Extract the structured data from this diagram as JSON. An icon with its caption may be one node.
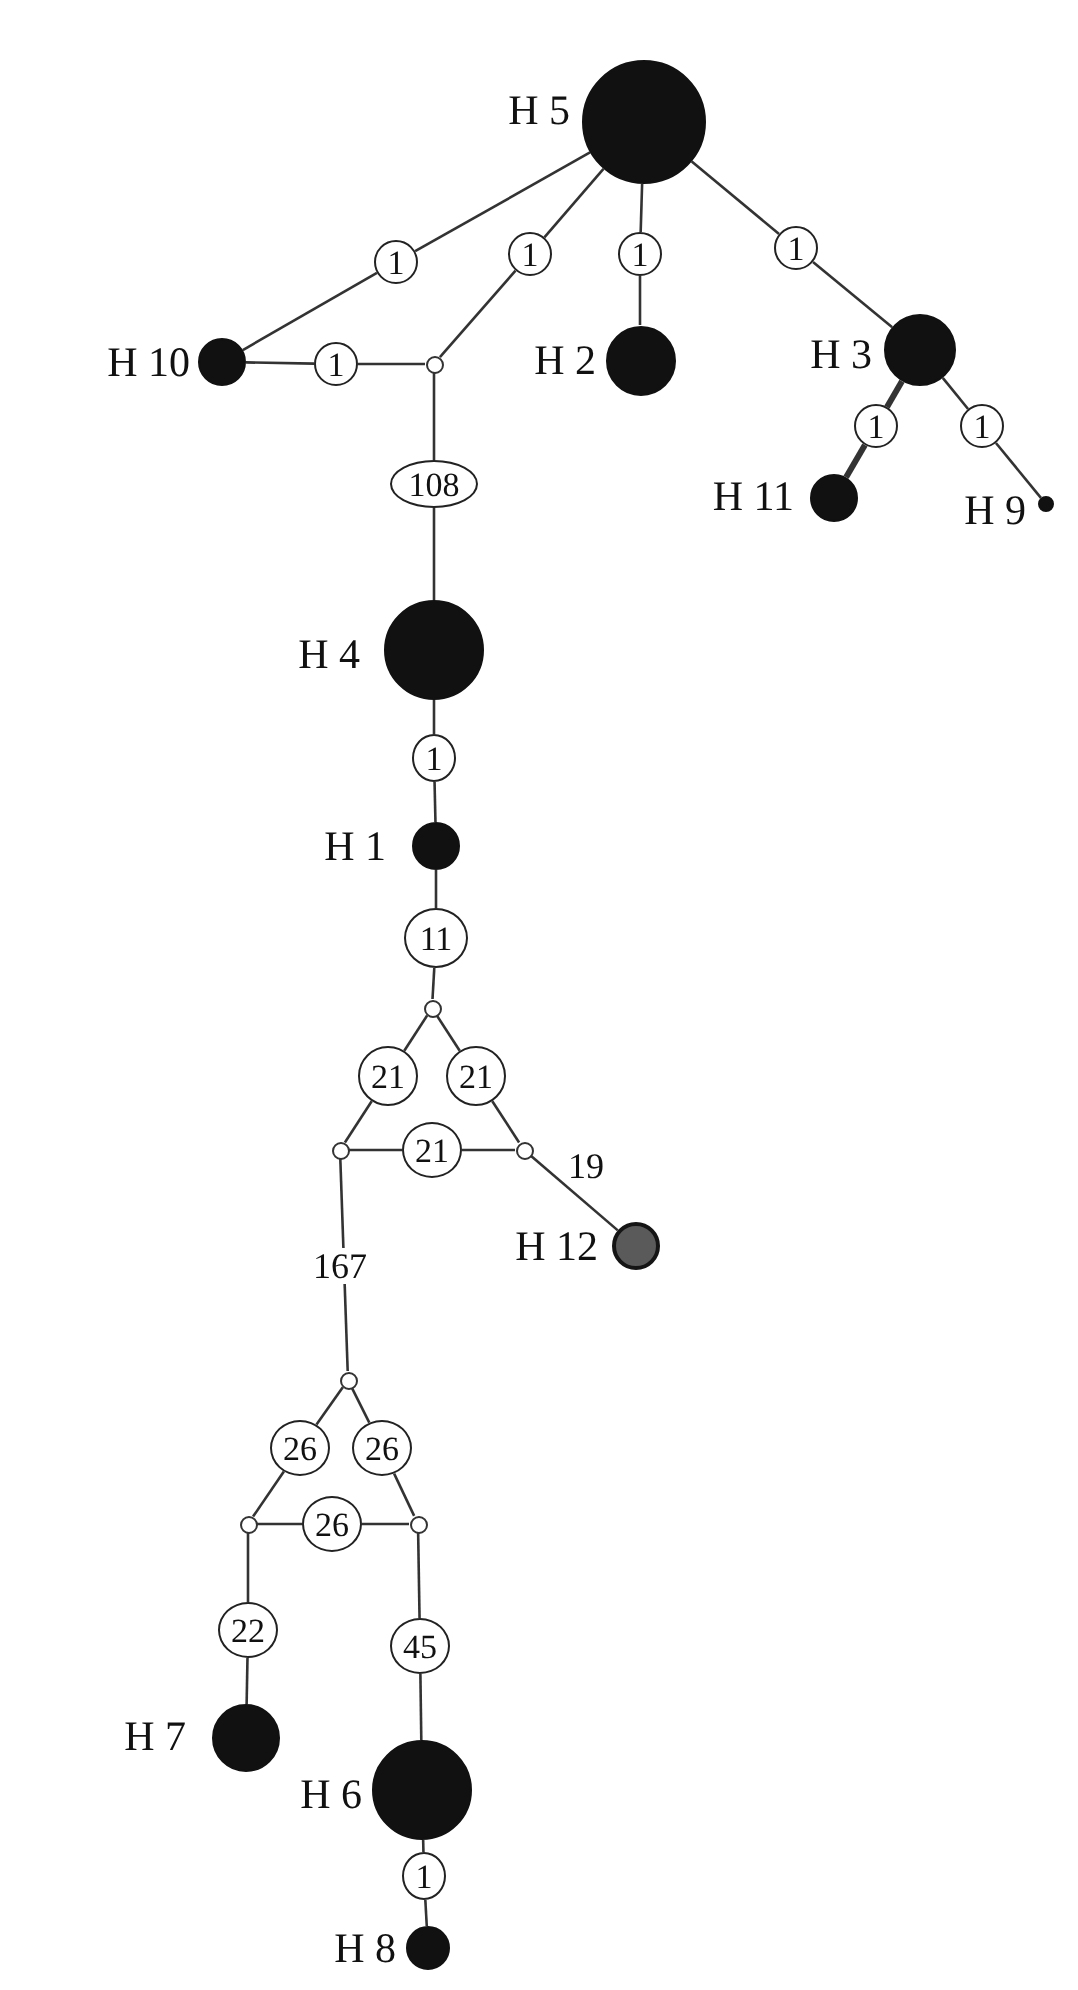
{
  "diagram": {
    "nodes": [
      {
        "text": [],
        "shape": "circle",
        "beside": [
          "H 5"
        ]
      },
      {
        "text": [
          "1"
        ]
      },
      {
        "text": [
          "1"
        ]
      },
      {
        "text": [
          "1"
        ]
      },
      {
        "text": [
          "1"
        ]
      },
      {
        "text": [],
        "shape": "circle",
        "beside": [
          "H 10"
        ]
      },
      {
        "text": [
          "1"
        ]
      },
      {
        "text": [],
        "shape": "circle"
      },
      {
        "text": [],
        "shape": "circle",
        "beside": [
          "H 2"
        ]
      },
      {
        "text": [],
        "shape": "circle",
        "beside": [
          "H 3"
        ]
      },
      {
        "text": [
          "1"
        ]
      },
      {
        "text": [
          "1"
        ]
      },
      {
        "text": [
          "108"
        ]
      },
      {
        "text": [],
        "shape": "circle",
        "beside": [
          "H 11"
        ]
      },
      {
        "text": [],
        "shape": "circle",
        "beside": [
          "H 9"
        ]
      },
      {
        "text": [],
        "shape": "circle",
        "beside": [
          "H 4"
        ]
      },
      {
        "text": [
          "1"
        ]
      },
      {
        "text": [],
        "shape": "circle",
        "beside": [
          "H 1"
        ]
      },
      {
        "text": [
          "11"
        ]
      },
      {
        "text": [],
        "shape": "circle"
      },
      {
        "text": [
          "21"
        ]
      },
      {
        "text": [
          "21"
        ]
      },
      {
        "text": [],
        "shape": "circle"
      },
      {
        "text": [
          "21"
        ]
      },
      {
        "text": [],
        "shape": "circle"
      },
      {
        "text": [],
        "shape": "circle",
        "beside": [
          "H 12"
        ]
      },
      {
        "text": [],
        "shape": "circle"
      },
      {
        "text": [
          "26"
        ]
      },
      {
        "text": [
          "26"
        ]
      },
      {
        "text": [
          "26"
        ]
      },
      {
        "text": [],
        "shape": "circle"
      },
      {
        "text": [],
        "shape": "circle"
      },
      {
        "text": [
          "22"
        ]
      },
      {
        "text": [
          "45"
        ]
      },
      {
        "text": [],
        "shape": "circle",
        "beside": [
          "H 7"
        ]
      },
      {
        "text": [],
        "shape": "circle",
        "beside": [
          "H 6"
        ]
      },
      {
        "text": [
          "1"
        ]
      },
      {
        "text": [],
        "shape": "circle",
        "beside": [
          "H 8"
        ]
      }
    ],
    "edges": [
      {
        "from": 0,
        "to": 1,
        "arrow": "none"
      },
      {
        "from": 1,
        "to": 5,
        "arrow": "none"
      },
      {
        "from": 0,
        "to": 2,
        "arrow": "none"
      },
      {
        "from": 2,
        "to": 7,
        "arrow": "none"
      },
      {
        "from": 0,
        "to": 3,
        "arrow": "none"
      },
      {
        "from": 3,
        "to": 8,
        "arrow": "none"
      },
      {
        "from": 0,
        "to": 4,
        "arrow": "none"
      },
      {
        "from": 4,
        "to": 9,
        "arrow": "none"
      },
      {
        "from": 5,
        "to": 6,
        "arrow": "none"
      },
      {
        "from": 6,
        "to": 7,
        "arrow": "none"
      },
      {
        "from": 7,
        "to": 12,
        "arrow": "none"
      },
      {
        "from": 12,
        "to": 15,
        "arrow": "none"
      },
      {
        "from": 9,
        "to": 10,
        "arrow": "none",
        "style": "thick"
      },
      {
        "from": 10,
        "to": 13,
        "arrow": "none",
        "style": "thick"
      },
      {
        "from": 9,
        "to": 11,
        "arrow": "none"
      },
      {
        "from": 11,
        "to": 14,
        "arrow": "none"
      },
      {
        "from": 15,
        "to": 16,
        "arrow": "none"
      },
      {
        "from": 16,
        "to": 17,
        "arrow": "none"
      },
      {
        "from": 17,
        "to": 18,
        "arrow": "none"
      },
      {
        "from": 18,
        "to": 19,
        "arrow": "none"
      },
      {
        "from": 19,
        "to": 20,
        "arrow": "none"
      },
      {
        "from": 20,
        "to": 22,
        "arrow": "none"
      },
      {
        "from": 19,
        "to": 21,
        "arrow": "none"
      },
      {
        "from": 21,
        "to": 24,
        "arrow": "none"
      },
      {
        "from": 22,
        "to": 23,
        "arrow": "none"
      },
      {
        "from": 23,
        "to": 24,
        "arrow": "none"
      },
      {
        "from": 24,
        "to": 25,
        "arrow": "none",
        "label": "19"
      },
      {
        "from": 22,
        "to": 26,
        "arrow": "none",
        "label": "167"
      },
      {
        "from": 26,
        "to": 27,
        "arrow": "none"
      },
      {
        "from": 27,
        "to": 30,
        "arrow": "none"
      },
      {
        "from": 26,
        "to": 28,
        "arrow": "none"
      },
      {
        "from": 28,
        "to": 31,
        "arrow": "none"
      },
      {
        "from": 30,
        "to": 29,
        "arrow": "none"
      },
      {
        "from": 29,
        "to": 31,
        "arrow": "none"
      },
      {
        "from": 30,
        "to": 32,
        "arrow": "none"
      },
      {
        "from": 32,
        "to": 34,
        "arrow": "none"
      },
      {
        "from": 31,
        "to": 33,
        "arrow": "none"
      },
      {
        "from": 33,
        "to": 35,
        "arrow": "none"
      },
      {
        "from": 35,
        "to": 36,
        "arrow": "none"
      },
      {
        "from": 36,
        "to": 37,
        "arrow": "none"
      }
    ]
  }
}
